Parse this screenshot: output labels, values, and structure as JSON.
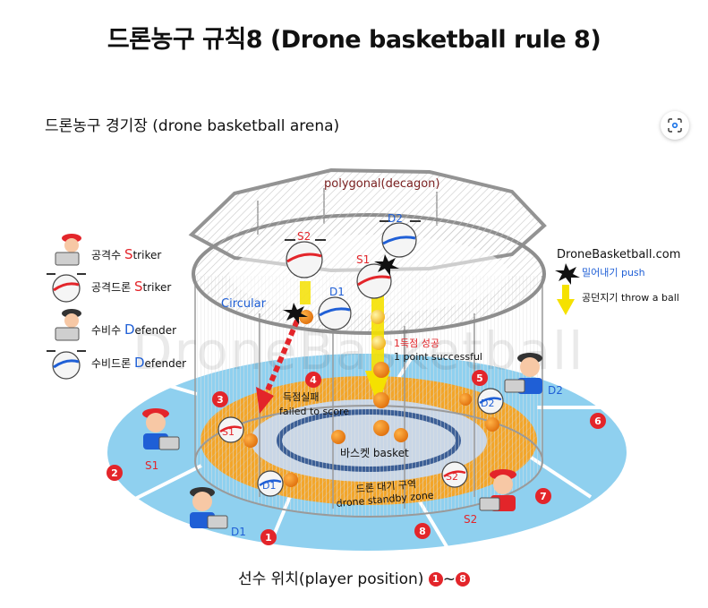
{
  "title": "드론농구 규칙8 (Drone basketball rule 8)",
  "subtitle": "드론농구 경기장 (drone basketball arena)",
  "watermark": "DroneBasketball",
  "brand": "DroneBasketball.com",
  "arena": {
    "top_label": "polygonal(decagon)",
    "circular_label": "Circular",
    "failed_ko": "득점실패",
    "failed_en": "failed to score",
    "success_ko": "1득점 성공",
    "success_en": "1 point successful",
    "basket_label": "바스켓 basket",
    "standby_ko": "드론 대기 구역",
    "standby_en": "drone standby zone"
  },
  "legend_left": [
    {
      "prefix": "공격수 ",
      "initial": "S",
      "rest": "triker",
      "icon": "striker-pilot",
      "initial_color": "#e3252a"
    },
    {
      "prefix": "공격드론 ",
      "initial": "S",
      "rest": "triker",
      "icon": "striker-drone",
      "initial_color": "#e3252a"
    },
    {
      "prefix": "수비수 ",
      "initial": "D",
      "rest": "efender",
      "icon": "defender-pilot",
      "initial_color": "#1f5fd6"
    },
    {
      "prefix": "수비드론 ",
      "initial": "D",
      "rest": "efender",
      "icon": "defender-drone",
      "initial_color": "#1f5fd6"
    }
  ],
  "legend_right": {
    "push": "밀어내기 push",
    "throw": "공던지기 throw a ball"
  },
  "drones": {
    "s1": "S1",
    "s2": "S2",
    "d1": "D1",
    "d2": "D2"
  },
  "positions": [
    "1",
    "2",
    "3",
    "4",
    "5",
    "6",
    "7",
    "8"
  ],
  "footer": {
    "text": "선수 위치(player position) ",
    "start": "1",
    "sep": "~",
    "end": "8"
  },
  "colors": {
    "court": "#8fd0ef",
    "standby": "#f3a62a",
    "inner": "#c9d6e6",
    "basket_ring": "#3c5f96",
    "number_dot": "#e3252a",
    "striker": "#e3252a",
    "defender": "#1f5fd6",
    "throw_arrow": "#f5e100"
  }
}
